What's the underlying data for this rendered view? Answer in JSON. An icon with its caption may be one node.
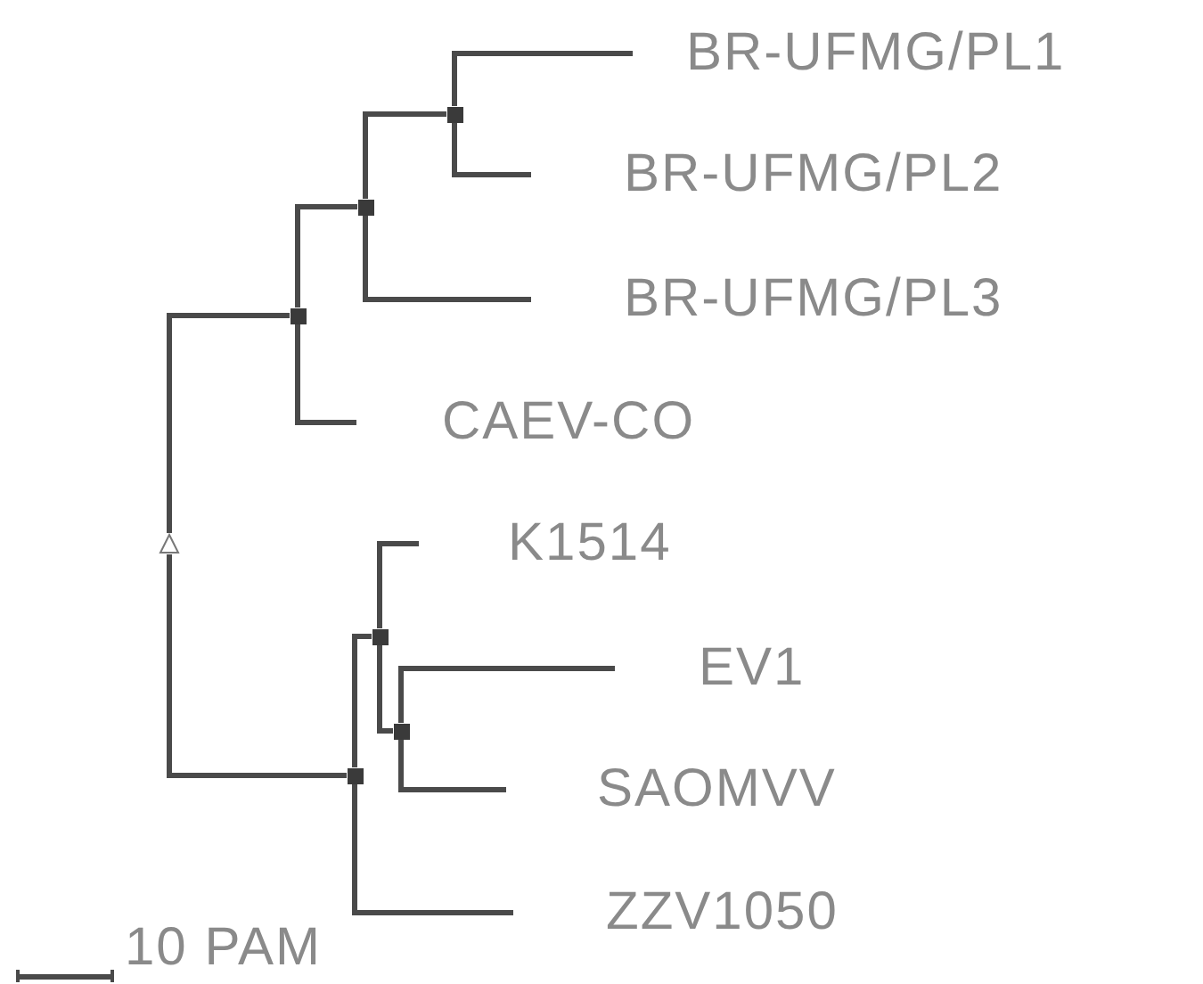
{
  "diagram": {
    "nodes": [
      {
        "text": [
          "BR-UFMG/PL1"
        ]
      },
      {
        "text": [
          "BR-UFMG/PL2"
        ]
      },
      {
        "text": [
          "BR-UFMG/PL3"
        ]
      },
      {
        "text": [
          "CAEV-CO"
        ]
      },
      {
        "text": [
          "K1514"
        ]
      },
      {
        "text": [
          "EV1"
        ]
      },
      {
        "text": [
          "SAOMVV"
        ]
      },
      {
        "text": [
          "ZZV1050"
        ]
      },
      {
        "text": [],
        "shape": "triangle"
      },
      {
        "text": [],
        "shape": "box"
      },
      {
        "text": [],
        "shape": "box"
      },
      {
        "text": [],
        "shape": "box"
      },
      {
        "text": [],
        "shape": "box"
      },
      {
        "text": [],
        "shape": "box"
      },
      {
        "text": [],
        "shape": "box"
      }
    ],
    "edges": [
      {
        "from": 8,
        "to": 9,
        "arrow": "none"
      },
      {
        "from": 8,
        "to": 12,
        "arrow": "none"
      },
      {
        "from": 9,
        "to": 10,
        "arrow": "none"
      },
      {
        "from": 9,
        "to": 3,
        "arrow": "none"
      },
      {
        "from": 10,
        "to": 11,
        "arrow": "none"
      },
      {
        "from": 10,
        "to": 2,
        "arrow": "none"
      },
      {
        "from": 11,
        "to": 0,
        "arrow": "none"
      },
      {
        "from": 11,
        "to": 1,
        "arrow": "none"
      },
      {
        "from": 12,
        "to": 13,
        "arrow": "none"
      },
      {
        "from": 12,
        "to": 7,
        "arrow": "none"
      },
      {
        "from": 13,
        "to": 4,
        "arrow": "none"
      },
      {
        "from": 13,
        "to": 14,
        "arrow": "none"
      },
      {
        "from": 14,
        "to": 5,
        "arrow": "none"
      },
      {
        "from": 14,
        "to": 6,
        "arrow": "none"
      }
    ],
    "labels": [
      "10 PAM"
    ]
  }
}
